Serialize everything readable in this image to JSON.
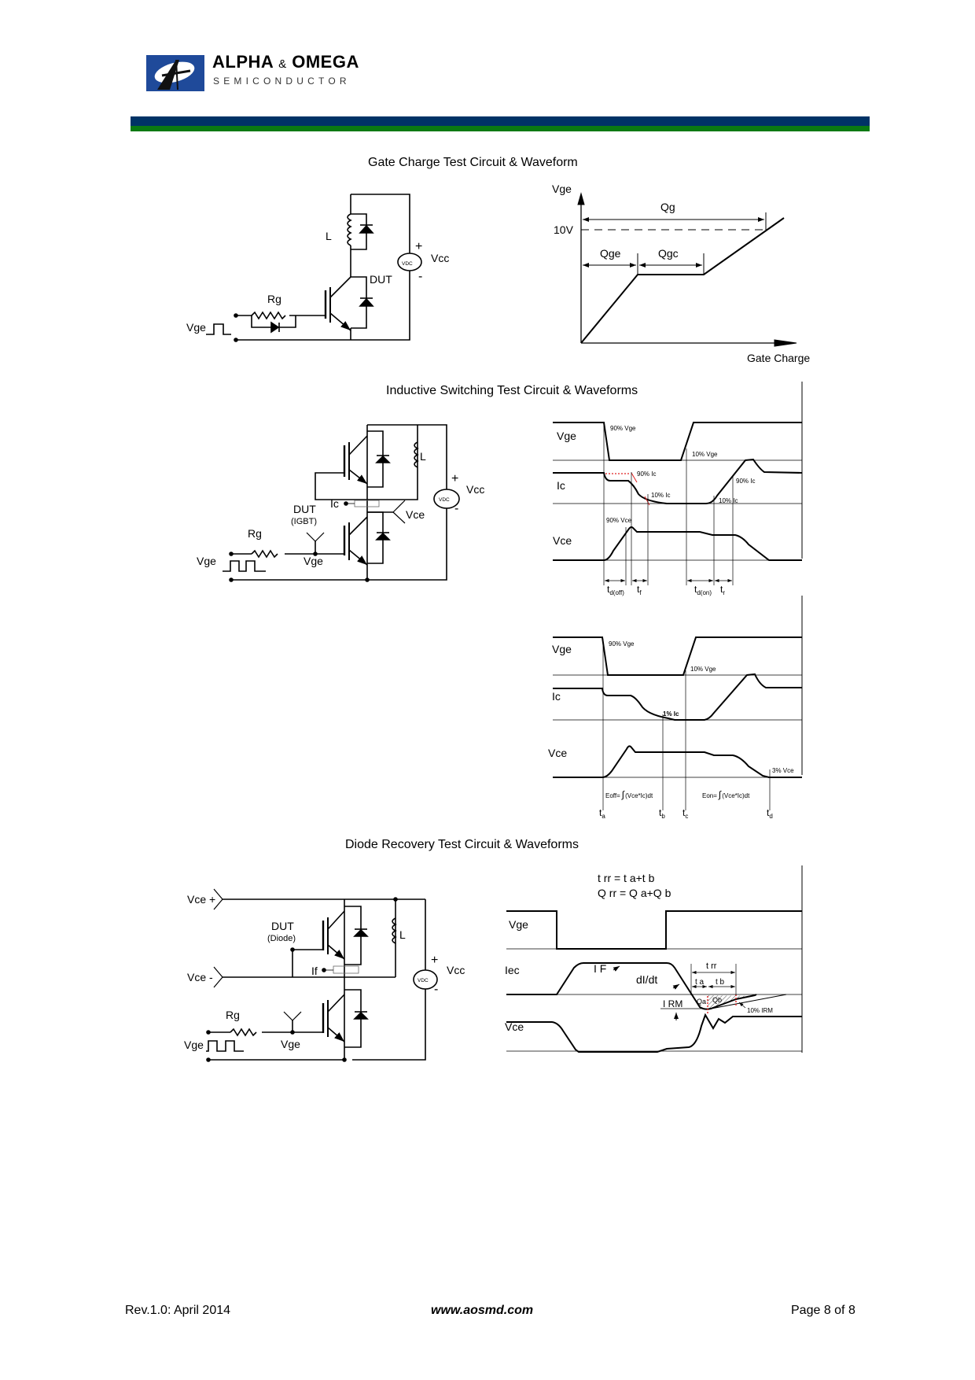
{
  "header": {
    "brand_primary": "ALPHA",
    "brand_amp": "&",
    "brand_secondary": "OMEGA",
    "brand_sub": "SEMICONDUCTOR",
    "colors": {
      "logo_blue": "#1f4a9a",
      "band_blue": "#003366",
      "band_green": "#0a7a12"
    }
  },
  "gate_charge": {
    "title": "Gate Charge Test Circuit & Waveform",
    "circuit": {
      "inductor": "L",
      "dut": "DUT",
      "source": "VDC",
      "vcc": "Vcc",
      "plus": "+",
      "minus": "-",
      "rg": "Rg",
      "vge": "Vge"
    },
    "waveform": {
      "y_label": "Vge",
      "x_label": "Gate Charge",
      "level": "10V",
      "qg": "Qg",
      "qge": "Qge",
      "qgc": "Qgc"
    }
  },
  "inductive": {
    "title": "Inductive Switching Test Circuit & Waveforms",
    "circuit": {
      "inductor": "L",
      "source": "VDC",
      "vcc": "Vcc",
      "plus": "+",
      "minus": "-",
      "ic": "Ic",
      "vce": "Vce",
      "dut": "DUT",
      "dut_type": "(IGBT)",
      "rg": "Rg",
      "vge_src": "Vge",
      "vge_probe": "Vge"
    },
    "timing": {
      "rows": [
        "Vge",
        "Ic",
        "Vce"
      ],
      "ann_90_vge": "90% Vge",
      "ann_10_vge": "10% Vge",
      "ann_90_ic_a": "90% Ic",
      "ann_10_ic_a": "10% Ic",
      "ann_90_ic_b": "90% Ic",
      "ann_10_ic_b": "10% Ic",
      "ann_90_vce": "90% Vce",
      "td_off": "t",
      "td_off_sub": "d(off)",
      "tf": "t",
      "tf_sub": "f",
      "td_on": "t",
      "td_on_sub": "d(on)",
      "tr": "t",
      "tr_sub": "r"
    },
    "energy": {
      "rows": [
        "Vge",
        "Ic",
        "Vce"
      ],
      "ann_90_vge": "90% Vge",
      "ann_10_vge": "10% Vge",
      "ann_1_ic": "1% Ic",
      "ann_3_vce": "3% Vce",
      "eoff": "Eoff=",
      "eon": "Eon=",
      "integrand": "(Vce*Ic)dt",
      "ta": "t",
      "ta_sub": "a",
      "tb": "t",
      "tb_sub": "b",
      "tc": "t",
      "tc_sub": "c",
      "td": "t",
      "td_sub": "d"
    }
  },
  "diode": {
    "title": "Diode Recovery Test Circuit & Waveforms",
    "circuit": {
      "vce_plus": "Vce +",
      "vce_minus": "Vce -",
      "dut": "DUT",
      "dut_type": "(Diode)",
      "inductor": "L",
      "source": "VDC",
      "vcc": "Vcc",
      "plus": "+",
      "minus": "-",
      "if": "If",
      "rg": "Rg",
      "vge_src": "Vge",
      "vge_probe": "Vge"
    },
    "waveform": {
      "eq1": "t rr = t a+t b",
      "eq2": "Q rr = Q a+Q b",
      "rows": [
        "Vge",
        "Iec",
        "Vce"
      ],
      "if_label": "I F",
      "didt": "dI/dt",
      "irm": "I RM",
      "trr": "t rr",
      "ta": "t a",
      "tb": "t b",
      "qa": "Qa",
      "qb": "Qb",
      "ann_10_irm": "10% IRM"
    }
  },
  "footer": {
    "revision": "Rev.1.0: April 2014",
    "url": "www.aosmd.com",
    "page": "Page 8 of 8"
  }
}
